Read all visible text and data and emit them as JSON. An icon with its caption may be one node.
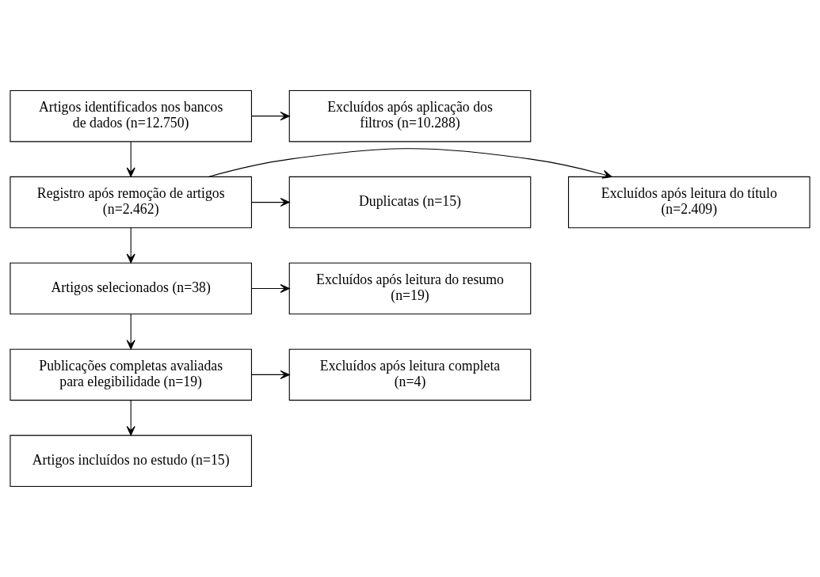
{
  "diagram": {
    "nodes": [
      {
        "text": [
          "Artigos identificados nos bancos de dados (n=12.750)"
        ]
      },
      {
        "text": [
          "Excluídos após aplicação dos filtros (n=10.288)"
        ]
      },
      {
        "text": [
          "Registro após remoção de artigos (n=2.462)"
        ]
      },
      {
        "text": [
          "Excluídos após leitura do título (n=2.409)"
        ]
      },
      {
        "text": [
          "Duplicatas (n=15)"
        ]
      },
      {
        "text": [
          "Artigos selecionados (n=38)"
        ]
      },
      {
        "text": [
          "Excluídos após leitura do resumo (n=19)"
        ]
      },
      {
        "text": [
          "Publicações completas avaliadas para elegibilidade (n=19)"
        ]
      },
      {
        "text": [
          "Excluídos após leitura completa (n=4)"
        ]
      },
      {
        "text": [
          "Artigos incluídos no estudo (n=15)"
        ]
      }
    ],
    "edges": [
      {
        "from": 0,
        "to": 1,
        "arrow": "to"
      },
      {
        "from": 0,
        "to": 2,
        "arrow": "to"
      },
      {
        "from": 2,
        "to": 3,
        "arrow": "to"
      },
      {
        "from": 2,
        "to": 4,
        "arrow": "to"
      },
      {
        "from": 2,
        "to": 5,
        "arrow": "to"
      },
      {
        "from": 5,
        "to": 6,
        "arrow": "to"
      },
      {
        "from": 5,
        "to": 7,
        "arrow": "to"
      },
      {
        "from": 7,
        "to": 8,
        "arrow": "to"
      },
      {
        "from": 7,
        "to": 9,
        "arrow": "to"
      }
    ]
  }
}
